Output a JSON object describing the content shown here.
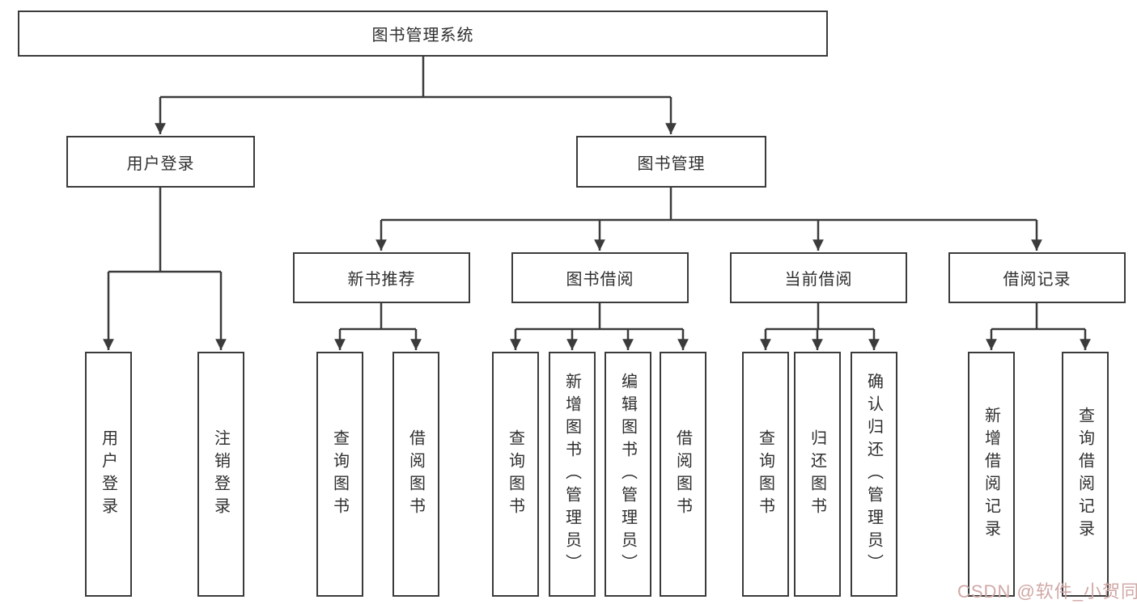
{
  "diagram": {
    "title": "图书管理系统",
    "nodes": {
      "root": "图书管理系统",
      "level2": {
        "user_login": "用户登录",
        "book_management": "图书管理"
      },
      "level3": {
        "new_books": "新书推荐",
        "book_borrow": "图书借阅",
        "current_borrow": "当前借阅",
        "borrow_records": "借阅记录"
      },
      "leaves": {
        "user_login": [
          "用户登录",
          "注销登录"
        ],
        "new_books": [
          "查询图书",
          "借阅图书"
        ],
        "book_borrow": [
          "查询图书",
          "新增图书（管理员）",
          "编辑图书（管理员）",
          "借阅图书"
        ],
        "current_borrow": [
          "查询图书",
          "归还图书",
          "确认归还（管理员）"
        ],
        "borrow_records": [
          "新增借阅记录",
          "查询借阅记录"
        ]
      }
    }
  },
  "watermark": {
    "text": "CSDN @软件_小贺同学"
  },
  "colors": {
    "line": "#3b3b3b",
    "box_border": "#3b3b3b",
    "text": "#2f2f2f",
    "watermark": "#d0a8a6",
    "background": "#ffffff"
  }
}
